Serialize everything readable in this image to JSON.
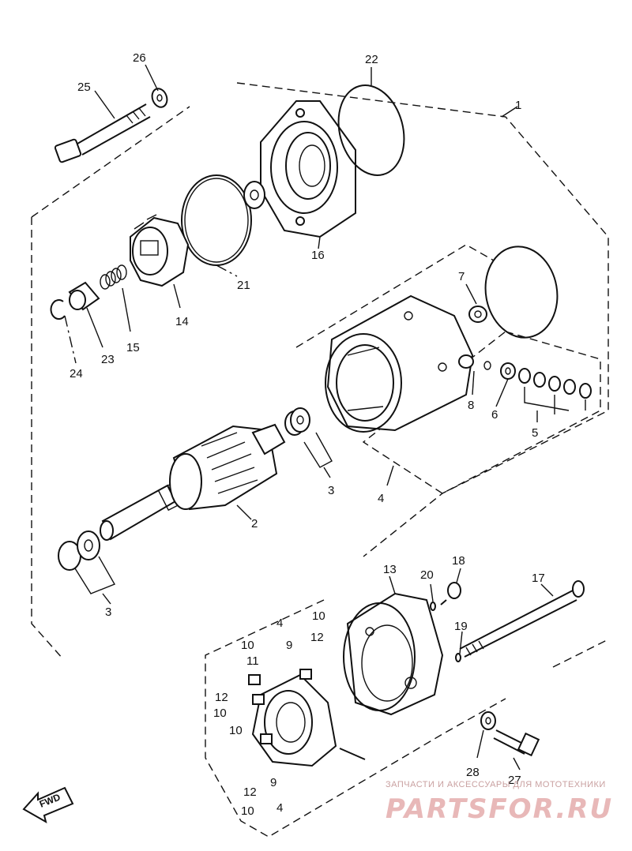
{
  "diagram": {
    "callouts": {
      "n1": "1",
      "n2": "2",
      "n3a": "3",
      "n3b": "3",
      "n4": "4",
      "n5": "5",
      "n6": "6",
      "n7": "7",
      "n8": "8",
      "n9a": "9",
      "n9b": "9",
      "n10a": "10",
      "n10b": "10",
      "n10c": "10",
      "n10d": "10",
      "n10e": "10",
      "n11": "11",
      "n12a": "12",
      "n12b": "12",
      "n12c": "12",
      "n13": "13",
      "n14": "14",
      "n15": "15",
      "n16": "16",
      "n17": "17",
      "n18": "18",
      "n19": "19",
      "n20": "20",
      "n21": "21",
      "n22": "22",
      "n23": "23",
      "n24": "24",
      "n25": "25",
      "n26": "26",
      "n27": "27",
      "n28": "28",
      "n4b": "4",
      "n4c": "4"
    },
    "direction_label": "FWD"
  },
  "watermark": {
    "caption": "ЗАПЧАСТИ И АКСЕССУАРЫ ДЛЯ МОТОТЕХНИКИ",
    "brand": "PARTSFOR.RU"
  }
}
